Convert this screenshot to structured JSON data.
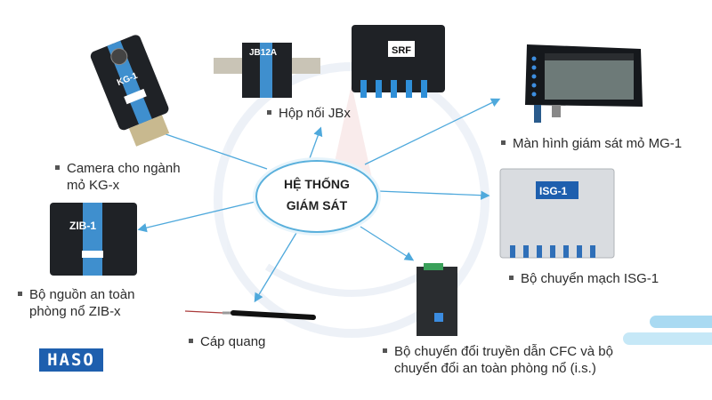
{
  "center": {
    "line1": "HỆ THỐNG",
    "line2": "GIÁM SÁT"
  },
  "nodes": [
    {
      "id": "camera",
      "label1": "Camera cho ngành",
      "label2": "mỏ KG-x",
      "device_text": "KG-1"
    },
    {
      "id": "jbx",
      "label1": "Hộp nối JBx",
      "label2": "",
      "device_text": "JB12A"
    },
    {
      "id": "srf",
      "label1": "",
      "label2": "",
      "device_text": "SRF"
    },
    {
      "id": "mg1",
      "label1": "Màn hình giám sát mỏ MG-1",
      "label2": ""
    },
    {
      "id": "isg",
      "label1": "Bộ chuyển mạch ISG-1",
      "label2": "",
      "device_text": "ISG-1"
    },
    {
      "id": "cfc",
      "label1": "Bộ chuyển đổi truyền dẫn CFC và bộ",
      "label2": "chuyển đổi an toàn phòng nổ (i.s.)"
    },
    {
      "id": "cable",
      "label1": "Cáp quang",
      "label2": ""
    },
    {
      "id": "zib",
      "label1": "Bộ nguồn an toàn",
      "label2": "phòng nổ ZIB-x",
      "device_text": "ZIB-1"
    }
  ],
  "logo_text": "HASO",
  "colors": {
    "accent": "#4fa9dc",
    "logo": "#1e5fae",
    "device": "#1f2226"
  }
}
